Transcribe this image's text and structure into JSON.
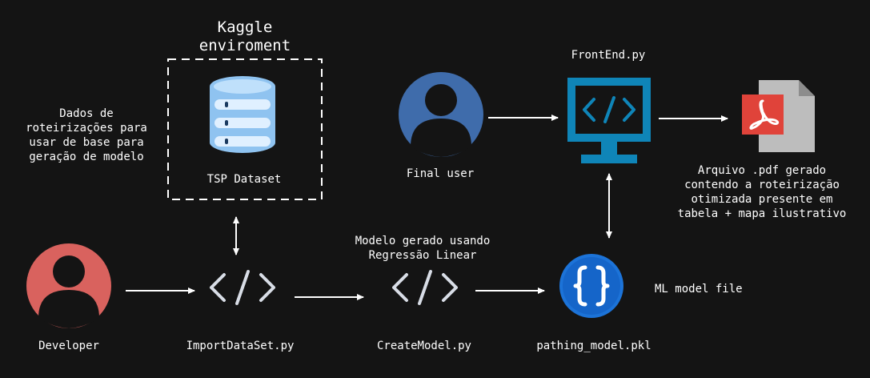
{
  "kaggle": {
    "title_line1": "Kaggle",
    "title_line2": "enviroment"
  },
  "dataset_note": "Dados de\nroteirizações para\nusar de base para\ngeração de modelo",
  "dataset": {
    "label": "TSP Dataset",
    "icon": "database-icon"
  },
  "final_user": {
    "label": "Final user",
    "icon": "user-icon",
    "color": "#3f6cab"
  },
  "frontend": {
    "label": "FrontEnd.py",
    "icon": "monitor-code-icon",
    "color": "#0f85b8"
  },
  "pdf": {
    "icon": "pdf-file-icon",
    "color": "#e0433a",
    "description": "Arquivo .pdf gerado\ncontendo a roteirização\notimizada presente em\ntabela + mapa ilustrativo"
  },
  "developer": {
    "label": "Developer",
    "icon": "user-icon",
    "color": "#d9625e"
  },
  "import_dataset": {
    "label": "ImportDataSet.py",
    "icon": "code-icon"
  },
  "create_model": {
    "label": "CreateModel.py",
    "icon": "code-icon",
    "note": "Modelo gerado usando\nRegressão Linear"
  },
  "model_file": {
    "label": "pathing_model.pkl",
    "icon": "json-braces-icon",
    "note": "ML model file",
    "color": "#1c73d8"
  }
}
